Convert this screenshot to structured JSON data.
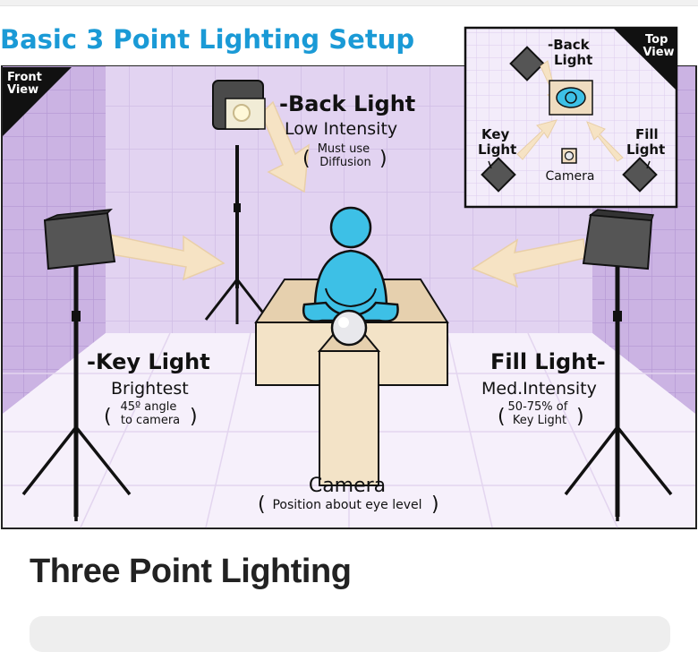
{
  "figure": {
    "title": "Basic 3 Point Lighting Setup",
    "front_view_label": [
      "Front",
      "View"
    ],
    "top_view_label": [
      "Top",
      "View"
    ],
    "back_light": {
      "name": "-Back Light",
      "detail": "Low Intensity",
      "note": [
        "Must use",
        "Diffusion"
      ]
    },
    "key_light": {
      "name": "-Key Light",
      "detail": "Brightest",
      "note": [
        "45º angle",
        "to camera"
      ]
    },
    "fill_light": {
      "name": "Fill Light-",
      "detail": "Med.Intensity",
      "note": [
        "50-75% of",
        "Key Light"
      ]
    },
    "camera": {
      "name": "Camera",
      "note": "Position about eye level"
    },
    "top_view": {
      "back_light_label": [
        "-Back",
        "Light"
      ],
      "key_light_label": [
        "Key",
        "Light"
      ],
      "fill_light_label": [
        "Fill",
        "Light"
      ],
      "camera_label": "Camera"
    },
    "colors": {
      "title": "#1a9ad6",
      "wall": "#c8b0e0",
      "floor": "#f4eefa",
      "subject": "#3dc0e6",
      "arrow": "#f6e3c4",
      "table": "#efdcc0"
    }
  },
  "page": {
    "heading": "Three Point Lighting"
  }
}
